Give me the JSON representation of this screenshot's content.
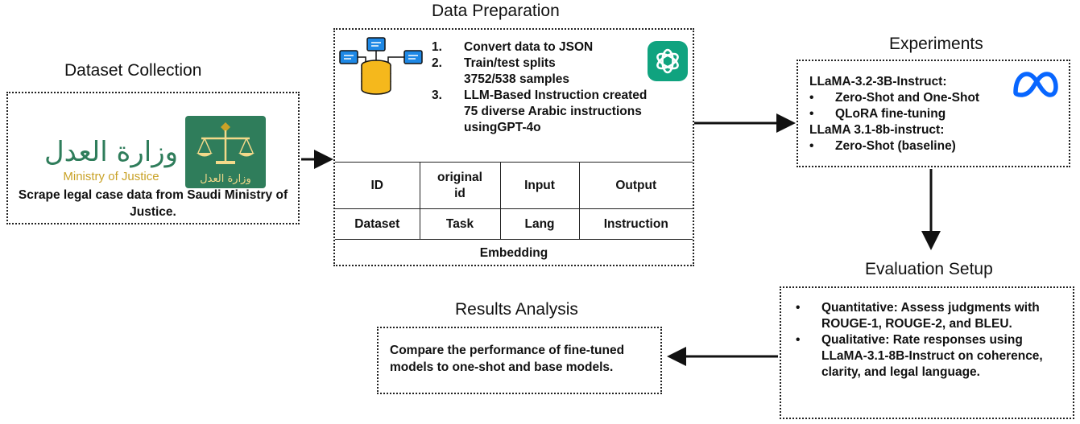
{
  "dataset_collection": {
    "title": "Dataset Collection",
    "logo_text_ar": "وزارة العدل",
    "logo_text_en": "Ministry of Justice",
    "logo_emblem_text": "وزارة العدل",
    "description": "Scrape legal case data from Saudi Ministry of Justice."
  },
  "data_preparation": {
    "title": "Data Preparation",
    "steps": [
      {
        "num": "1.",
        "text": "Convert data to JSON"
      },
      {
        "num": "2.",
        "text": "Train/test splits",
        "text2": "3752/538 samples"
      },
      {
        "num": "3.",
        "text": "LLM-Based Instruction created",
        "text2": "75 diverse Arabic instructions",
        "text3": "usingGPT-4o"
      }
    ],
    "table": {
      "row1": [
        "ID",
        "original id",
        "Input",
        "Output"
      ],
      "row2": [
        "Dataset",
        "Task",
        "Lang",
        "Instruction"
      ],
      "row3": "Embedding"
    }
  },
  "experiments": {
    "title": "Experiments",
    "model1": "LLaMA-3.2-3B-Instruct:",
    "model1_items": [
      "Zero-Shot and One-Shot",
      "QLoRA fine-tuning"
    ],
    "model2": "LLaMA 3.1-8b-instruct:",
    "model2_items": [
      "Zero-Shot (baseline)"
    ]
  },
  "evaluation": {
    "title": "Evaluation Setup",
    "items": [
      "Quantitative: Assess judgments with ROUGE-1, ROUGE-2, and BLEU.",
      "Qualitative: Rate responses using LLaMA-3.1-8B-Instruct on coherence, clarity, and legal language."
    ]
  },
  "results": {
    "title": "Results Analysis",
    "description": "Compare the performance of fine-tuned models to one-shot and base models."
  },
  "colors": {
    "logo_green": "#2f7d5b",
    "logo_gold": "#c9a227",
    "db_yellow": "#f5b81c",
    "db_blue": "#1e88e5",
    "gpt_green": "#10a37f",
    "meta_blue": "#0866ff"
  }
}
